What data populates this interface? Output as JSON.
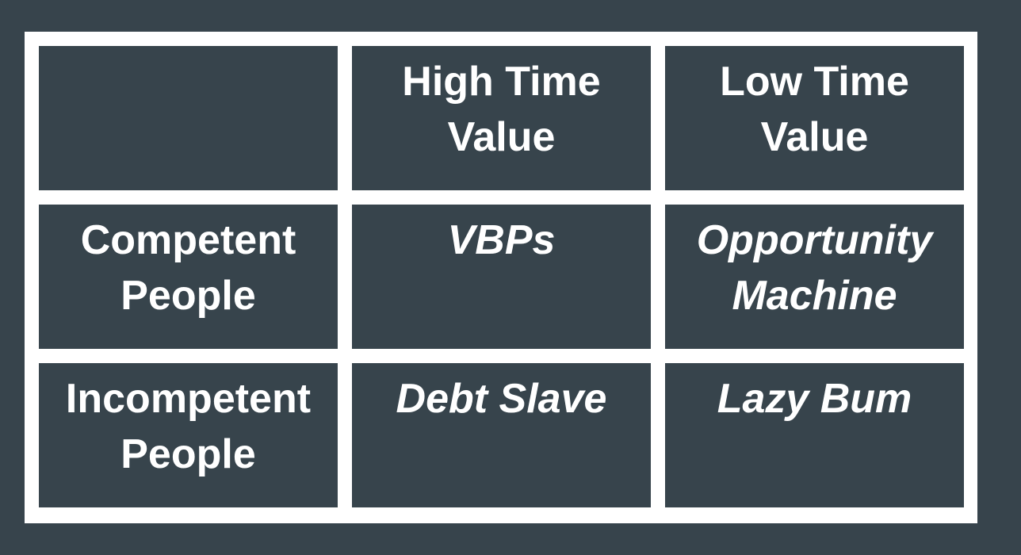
{
  "colors": {
    "background": "#37444c",
    "grid_lines": "#ffffff",
    "text": "#ffffff"
  },
  "matrix": {
    "corner": "",
    "column_headers": [
      [
        "High Time",
        "Value"
      ],
      [
        "Low Time",
        "Value"
      ]
    ],
    "row_headers": [
      [
        "Competent",
        "People"
      ],
      [
        "Incompetent",
        "People"
      ]
    ],
    "cells": [
      [
        [
          "VBPs"
        ],
        [
          "Opportunity",
          "Machine"
        ]
      ],
      [
        [
          "Debt Slave"
        ],
        [
          "Lazy Bum"
        ]
      ]
    ]
  }
}
